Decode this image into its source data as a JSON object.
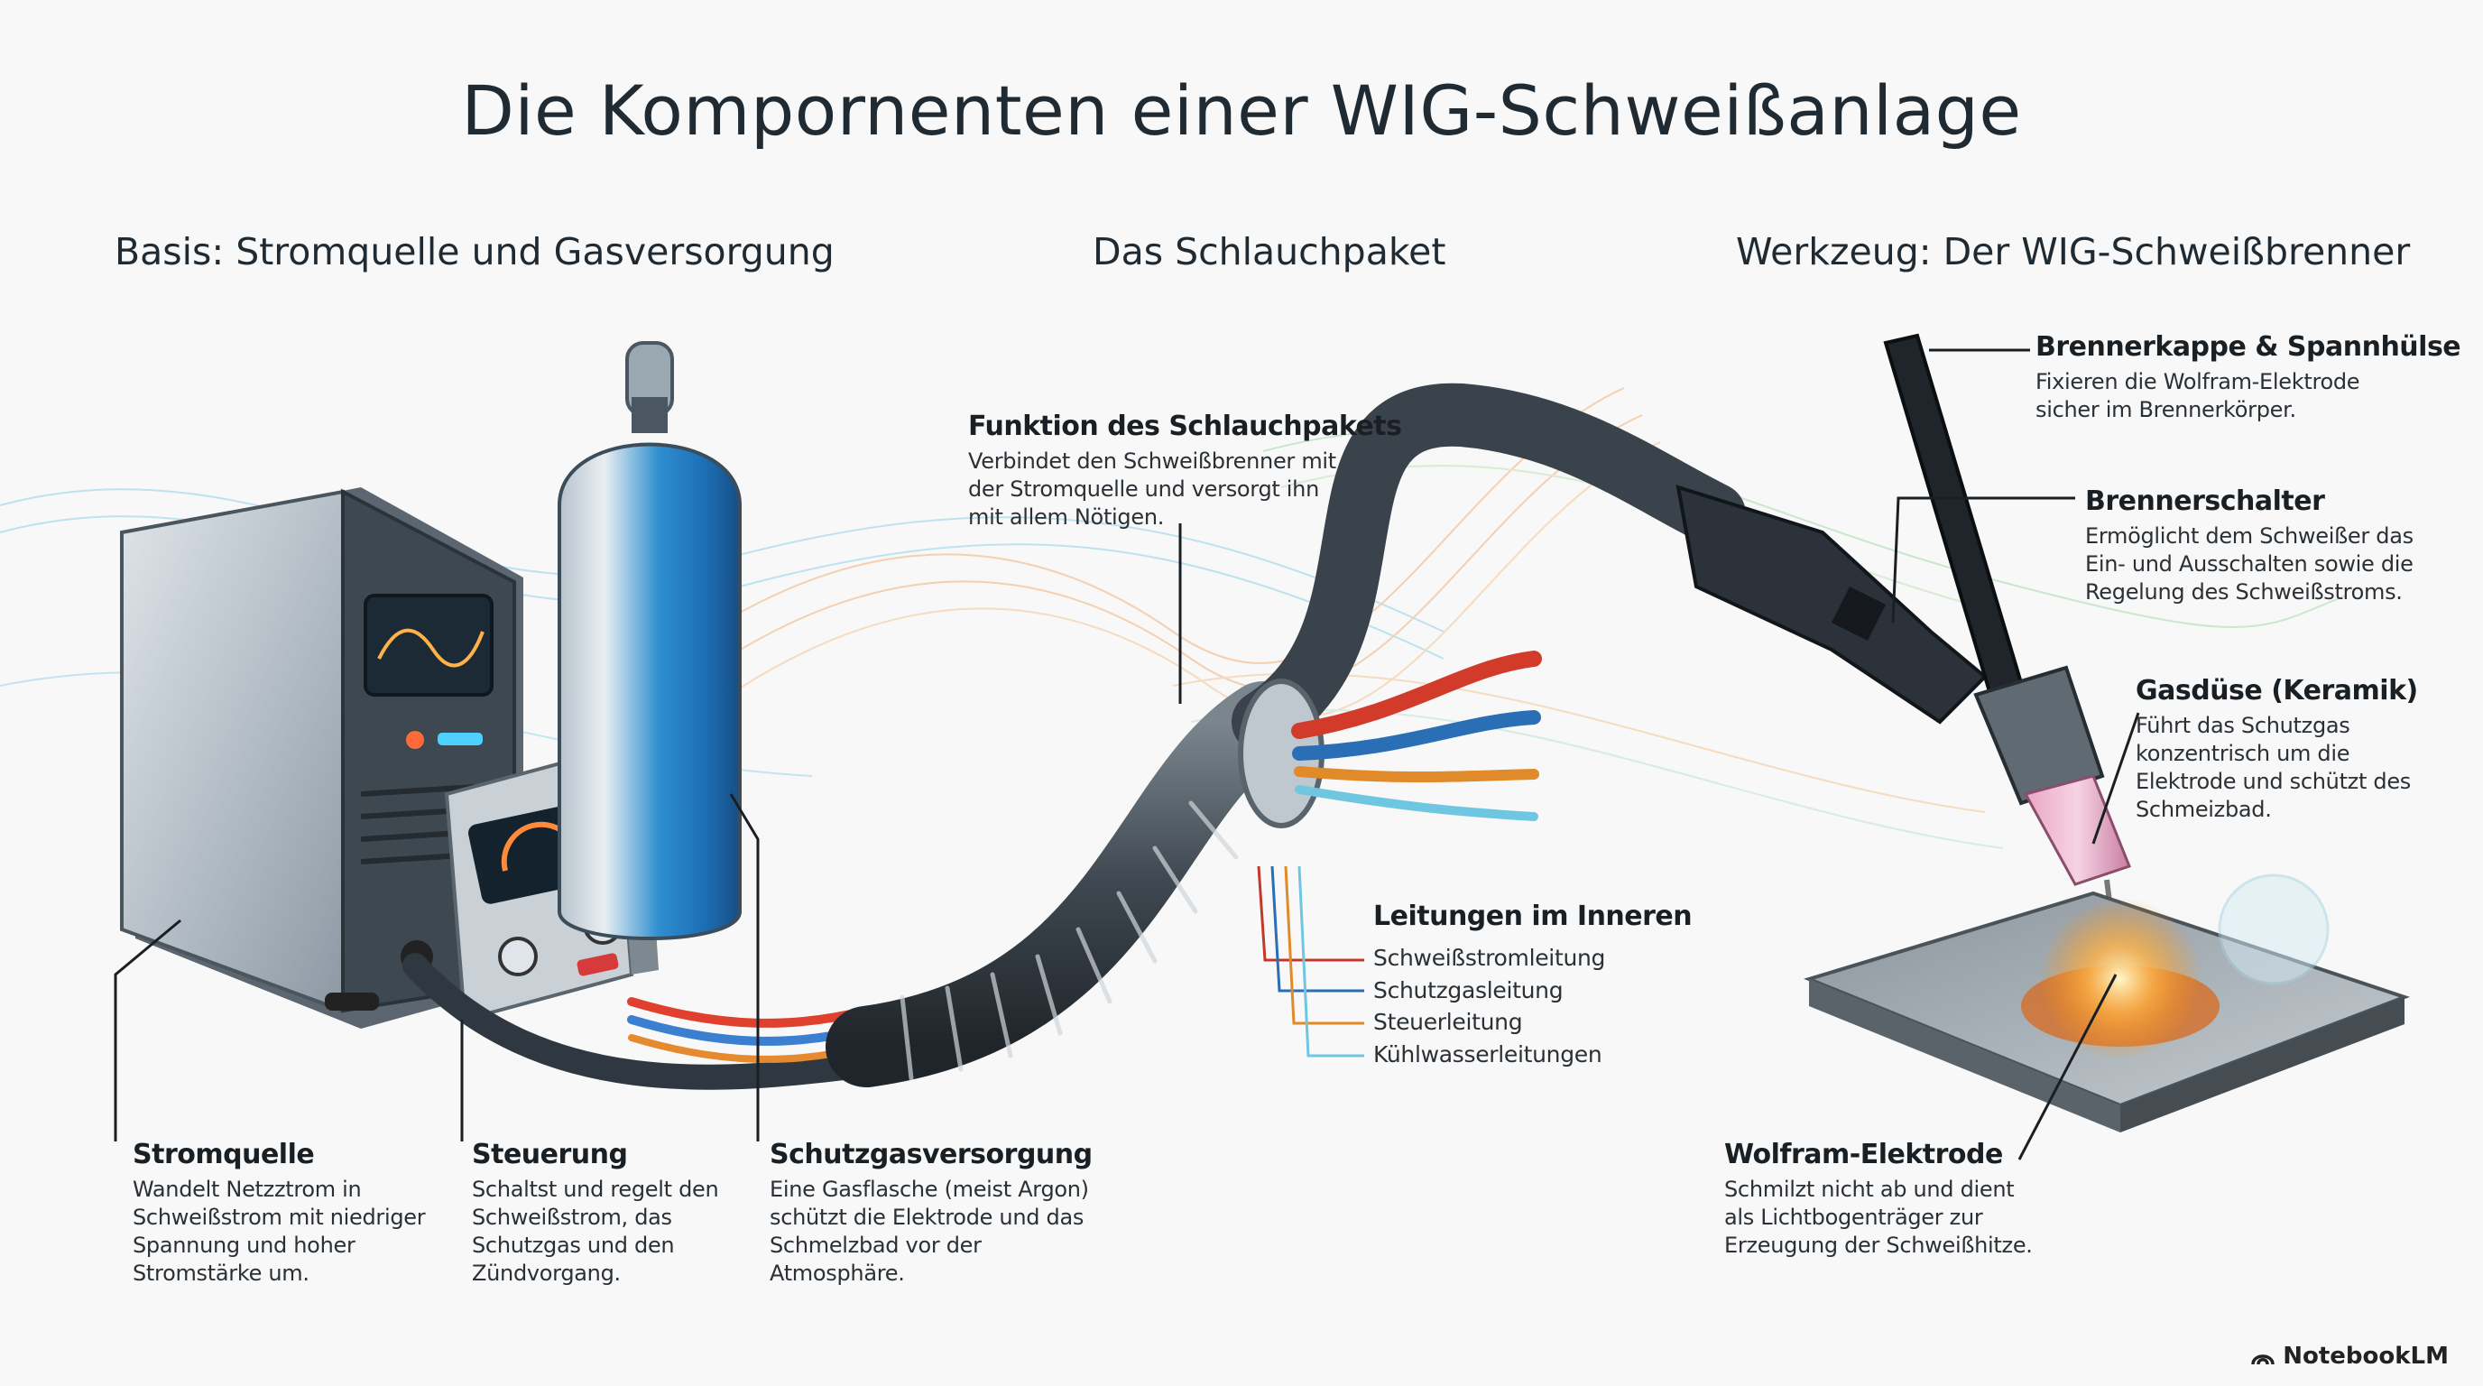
{
  "title": "Die Kompornenten einer WIG-Schweißanlage",
  "sections": {
    "left": "Basis: Stromquelle und Gasversorgung",
    "middle": "Das Schlauchpaket",
    "right": "Werkzeug: Der WIG-Schweißbrenner"
  },
  "callouts": {
    "stromquelle": {
      "heading": "Stromquelle",
      "body": [
        "Wandelt Netzztrom in",
        "Schweißstrom mit niedriger",
        "Spannung und hoher",
        "Stromstärke um."
      ]
    },
    "steuerung": {
      "heading": "Steuerung",
      "body": [
        "Schaltst und regelt den",
        "Schweißstrom, das",
        "Schutzgas und den",
        "Zündvorgang."
      ]
    },
    "schutzgas": {
      "heading": "Schutzgasversorgung",
      "body": [
        "Eine Gasflasche (meist Argon)",
        "schützt die Elektrode und das",
        "Schmelzbad vor der",
        "Atmosphäre."
      ]
    },
    "schlauchpaket": {
      "heading": "Funktion des Schlauchpakets",
      "body": [
        "Verbindet den Schweißbrenner mit",
        "der Stromquelle und versorgt ihn",
        "mit allem Nötigen."
      ]
    },
    "leitungen": {
      "heading": "Leitungen im Inneren",
      "items": [
        "Schweißstromleitung",
        "Schutzgasleitung",
        "Steuerleitung",
        "Kühlwasserleitungen"
      ]
    },
    "brennerkappe": {
      "heading": "Brennerkappe & Spannhülse",
      "body": [
        "Fixieren die Wolfram-Elektrode",
        "sicher im Brennerkörper."
      ]
    },
    "brennerschalter": {
      "heading": "Brennerschalter",
      "body": [
        "Ermöglicht dem Schweißer das",
        "Ein- und Ausschalten sowie die",
        "Regelung des Schweißstroms."
      ]
    },
    "gasduese": {
      "heading": "Gasdüse (Keramik)",
      "body": [
        "Führt das Schutzgas",
        "konzentrisch um die",
        "Elektrode und schützt des",
        "Schmeizbad."
      ]
    },
    "wolfram": {
      "heading": "Wolfram-Elektrode",
      "body": [
        "Schmilzt nicht ab und dient",
        "als Lichtbogenträger zur",
        "Erzeugung der Schweißhitze."
      ]
    }
  },
  "watermark": "NotebookLM",
  "colors": {
    "line_red": "#c0392b",
    "line_blue": "#2a6fb5",
    "line_orange": "#e08a2a",
    "line_cyan": "#6fc6e0",
    "leader": "#1a1f24"
  }
}
